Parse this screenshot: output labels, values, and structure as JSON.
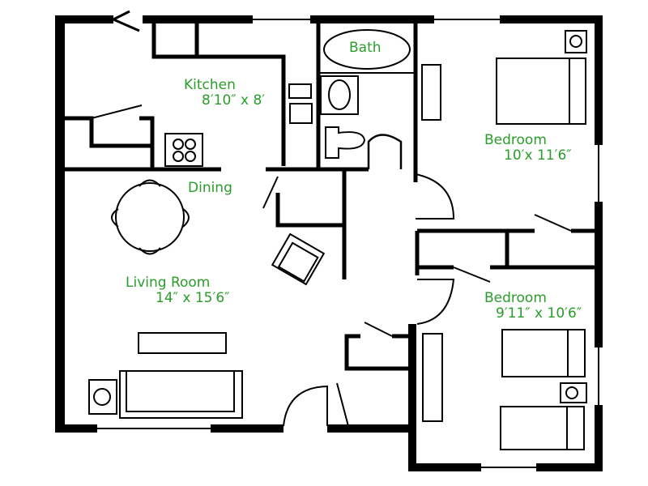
{
  "rooms": {
    "kitchen": {
      "name": "Kitchen",
      "dims": "8′10″ x 8′"
    },
    "bath": {
      "name": "Bath"
    },
    "bedroom1": {
      "name": "Bedroom",
      "dims": "10′x 11′6″"
    },
    "dining": {
      "name": "Dining"
    },
    "living": {
      "name": "Living Room",
      "dims": "14″ x 15′6″"
    },
    "bedroom2": {
      "name": "Bedroom",
      "dims": "9′11″ x 10′6″"
    }
  },
  "colors": {
    "label": "#2a9d2a",
    "wall": "#000000",
    "background": "#ffffff"
  }
}
